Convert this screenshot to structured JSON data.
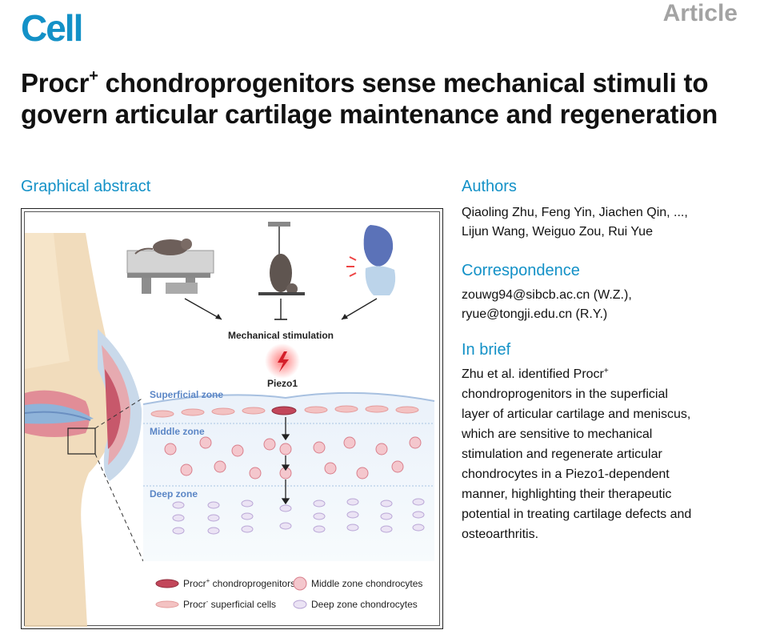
{
  "header": {
    "journal": "Cell",
    "article_type": "Article"
  },
  "title": {
    "prefix": "Procr",
    "sup": "+",
    "rest": " chondroprogenitors sense mechanical stimuli to govern articular cartilage maintenance and regeneration"
  },
  "graphical_abstract": {
    "heading": "Graphical abstract",
    "mechanical_label": "Mechanical stimulation",
    "piezo_label": "Piezo1",
    "zones": {
      "superficial": "Superficial zone",
      "middle": "Middle zone",
      "deep": "Deep zone"
    },
    "legend": {
      "procr_pos_prefix": "Procr",
      "procr_pos_sup": "+",
      "procr_pos_rest": " chondroprogenitors",
      "middle": "Middle zone chondrocytes",
      "procr_neg_prefix": "Procr",
      "procr_neg_sup": "-",
      "procr_neg_rest": " superficial cells",
      "deep": "Deep zone chondrocytes"
    },
    "colors": {
      "zone_blue": "#5b86c6",
      "cell_pink": "#e99aa8",
      "progenitor_red": "#c2465a",
      "deep_purple": "#b9a6d6",
      "bone_tan": "#efd6b0",
      "lightning": "#d41f2a"
    }
  },
  "authors": {
    "heading": "Authors",
    "line1": "Qiaoling Zhu, Feng Yin, Jiachen Qin, ...,",
    "line2": "Lijun Wang, Weiguo Zou, Rui Yue"
  },
  "correspondence": {
    "heading": "Correspondence",
    "line1": "zouwg94@sibcb.ac.cn (W.Z.),",
    "line2": "ryue@tongji.edu.cn (R.Y.)"
  },
  "in_brief": {
    "heading": "In brief",
    "first_prefix": "Zhu et al. identified Procr",
    "first_sup": "+",
    "lines": [
      "chondroprogenitors in the superficial",
      "layer of articular cartilage and meniscus,",
      "which are sensitive to mechanical",
      "stimulation and regenerate articular",
      "chondrocytes in a Piezo1-dependent",
      "manner, highlighting their therapeutic",
      "potential in treating cartilage defects and",
      "osteoarthritis."
    ]
  }
}
